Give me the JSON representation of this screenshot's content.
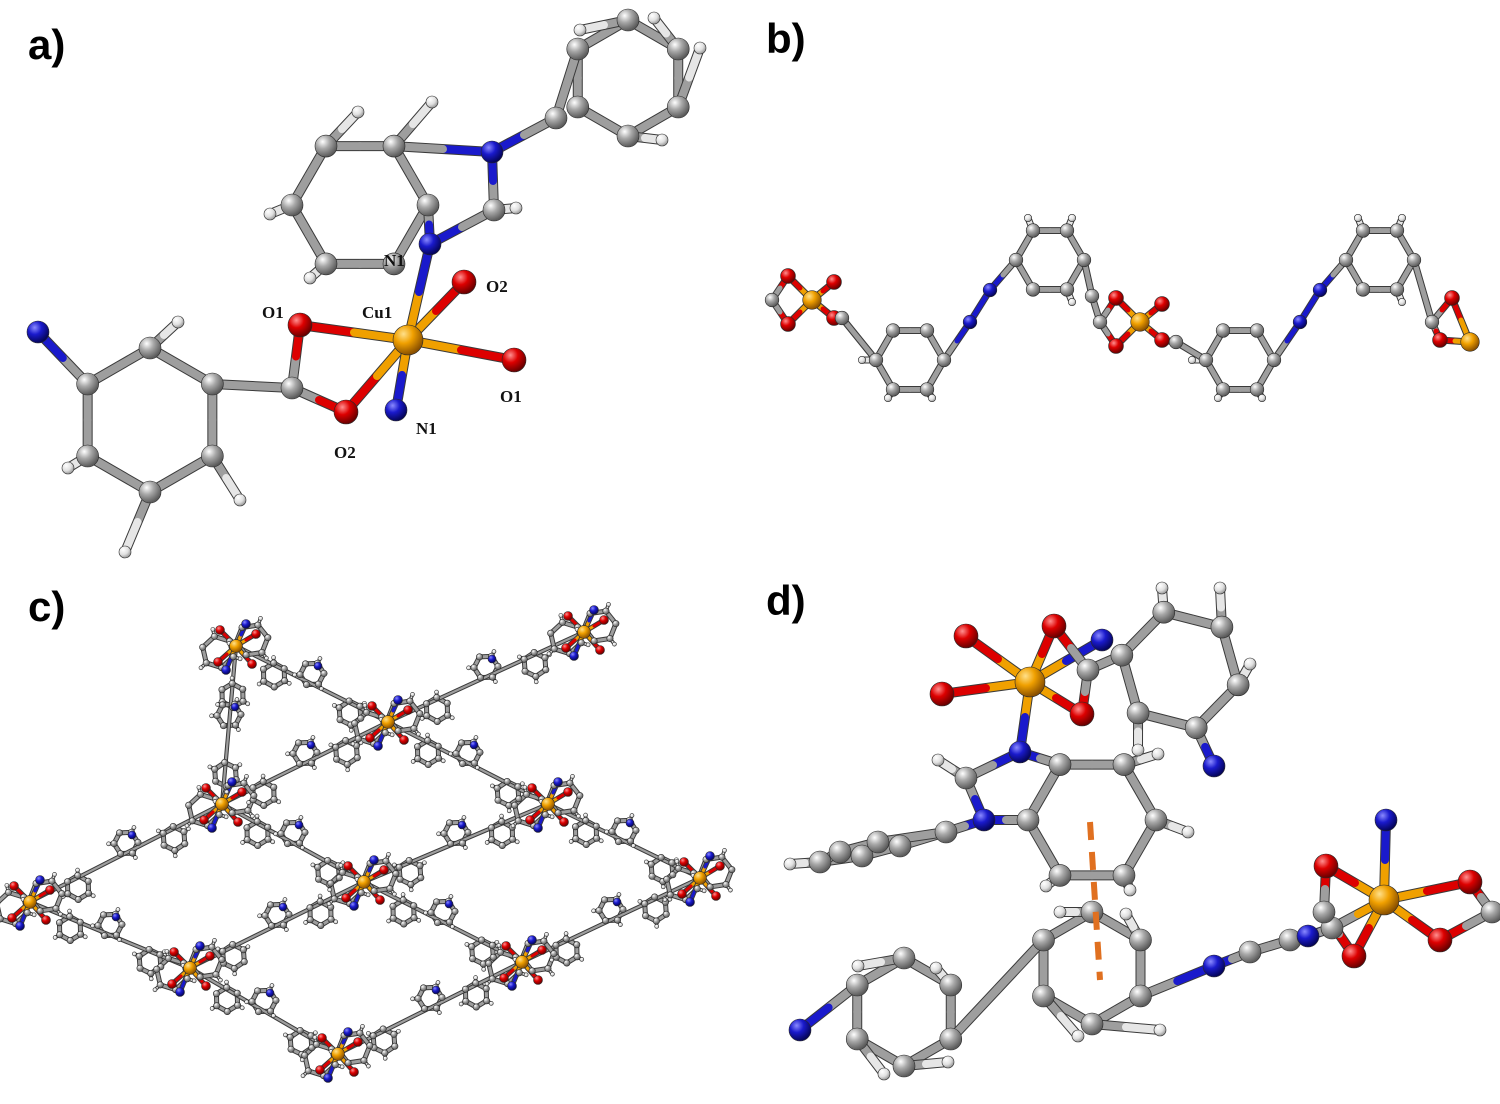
{
  "panels": [
    {
      "id": "a",
      "label": "a)"
    },
    {
      "id": "b",
      "label": "b)"
    },
    {
      "id": "c",
      "label": "c)"
    },
    {
      "id": "d",
      "label": "d)"
    }
  ],
  "atom_labels": {
    "N1_top": "N1",
    "O1_left": "O1",
    "Cu1": "Cu1",
    "O2_right": "O2",
    "O1_right": "O1",
    "N1_bottom": "N1",
    "O2_bottom": "O2"
  },
  "colors": {
    "carbon": "#9e9e9e",
    "hydrogen": "#e6e6e6",
    "nitrogen": "#1a1acc",
    "oxygen": "#dd0000",
    "copper": "#f0a000",
    "pi_stack": "#e07020"
  },
  "legend": {
    "carbon": "C",
    "hydrogen": "H",
    "nitrogen": "N",
    "oxygen": "O",
    "copper": "Cu"
  }
}
